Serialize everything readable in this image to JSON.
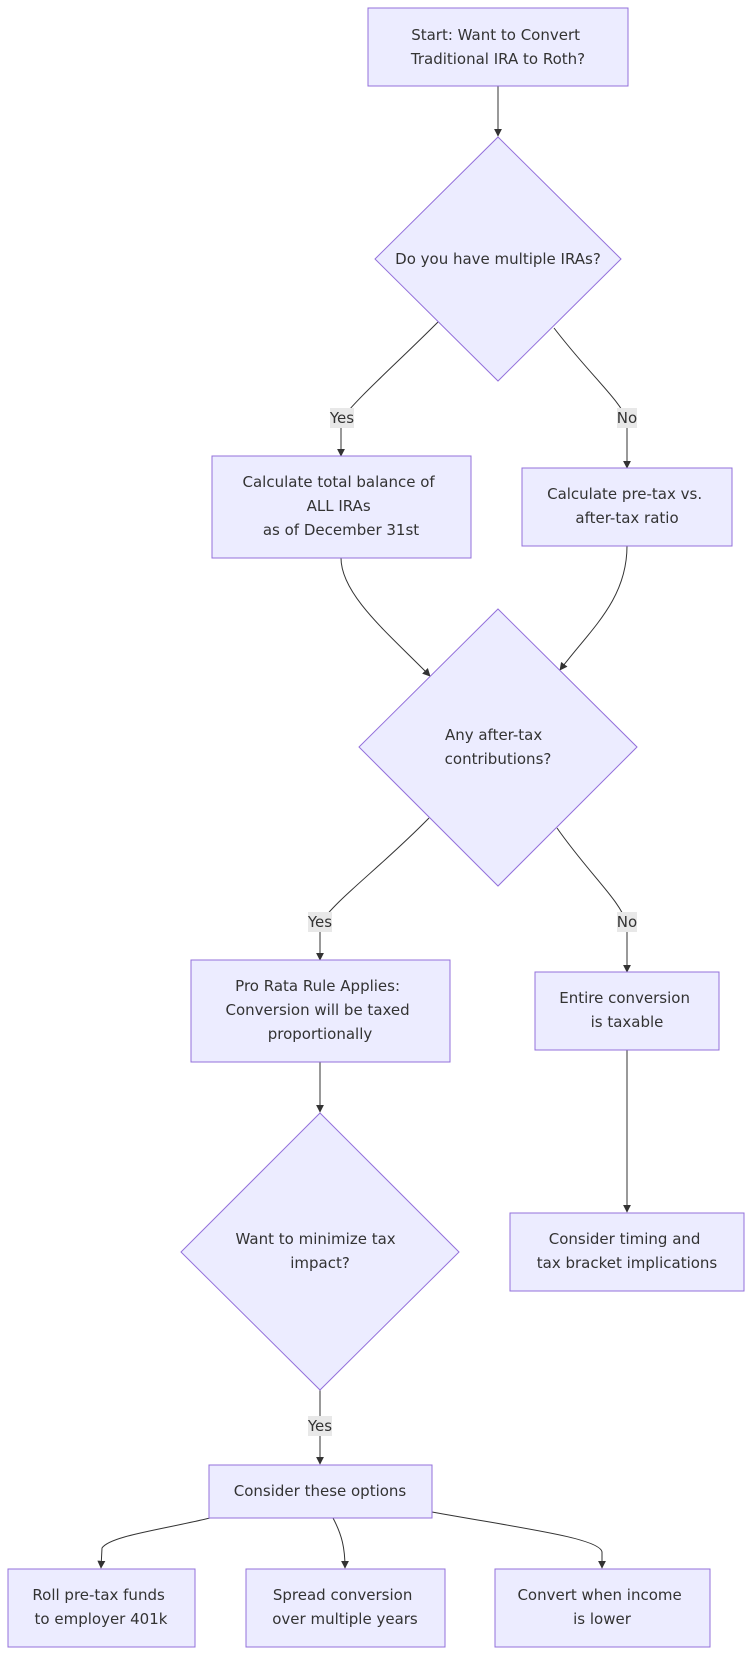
{
  "colors": {
    "node_fill": "#ECECFF",
    "node_stroke": "#9370DB",
    "edge": "#333333",
    "label_bg": "#E8E8E8",
    "text": "#333333"
  },
  "nodes": {
    "start": [
      "Start: Want to Convert",
      "Traditional IRA to Roth?"
    ],
    "multiple_iras": [
      "Do you have multiple IRAs?"
    ],
    "calc_total": [
      "Calculate total balance of",
      "ALL IRAs",
      "as of December 31st"
    ],
    "calc_ratio": [
      "Calculate pre-tax vs.",
      "after-tax ratio"
    ],
    "after_tax": [
      "Any after-tax",
      "contributions?"
    ],
    "pro_rata": [
      "Pro Rata Rule Applies:",
      "Conversion will be taxed",
      "proportionally"
    ],
    "entire_taxable": [
      "Entire conversion",
      "is taxable"
    ],
    "minimize": [
      "Want to minimize tax",
      "impact?"
    ],
    "timing": [
      "Consider timing and",
      "tax bracket implications"
    ],
    "options": [
      "Consider these options"
    ],
    "roll": [
      "Roll pre-tax funds",
      "to employer 401k"
    ],
    "spread": [
      "Spread conversion",
      "over multiple years"
    ],
    "convert_low": [
      "Convert when income",
      "is lower"
    ]
  },
  "edge_labels": {
    "multiple_yes": "Yes",
    "multiple_no": "No",
    "aftertax_yes": "Yes",
    "aftertax_no": "No",
    "minimize_yes": "Yes"
  }
}
